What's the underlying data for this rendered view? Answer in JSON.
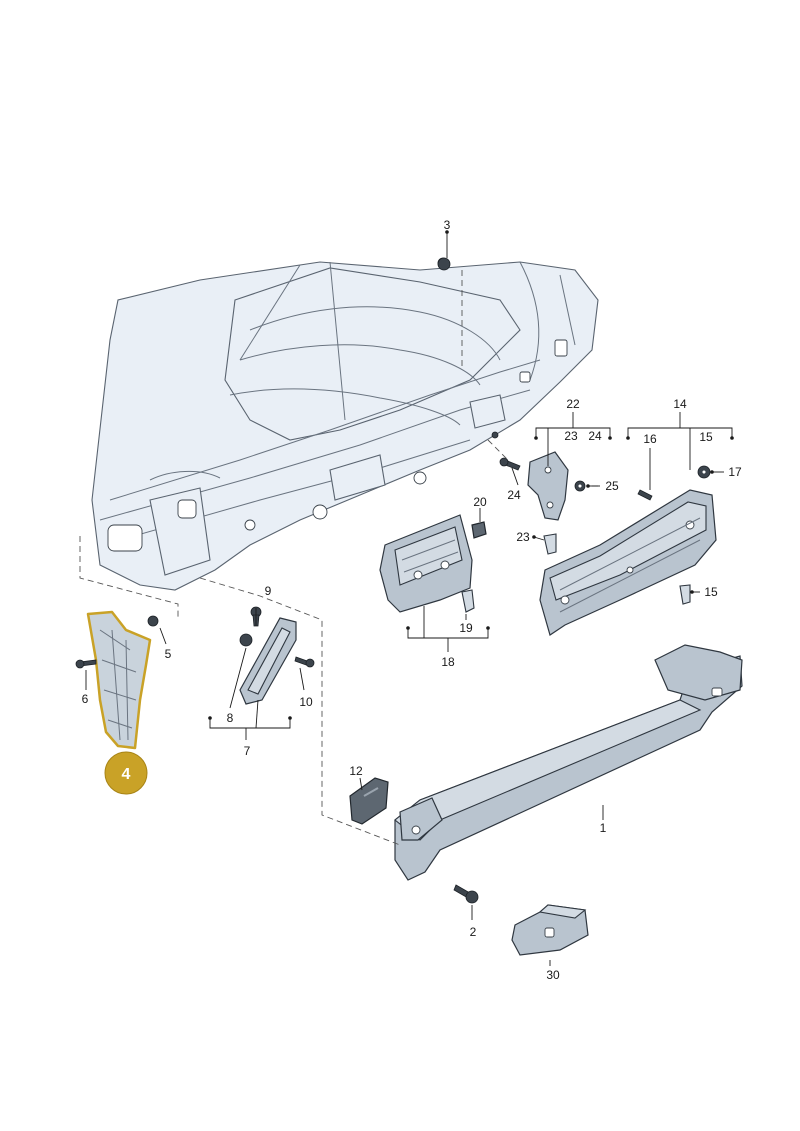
{
  "diagram": {
    "highlight_color": "#c9a227",
    "highlight_part": "4",
    "labels": {
      "p1": "1",
      "p2": "2",
      "p3": "3",
      "p4": "4",
      "p5": "5",
      "p6": "6",
      "p7": "7",
      "p8": "8",
      "p9": "9",
      "p10": "10",
      "p12": "12",
      "p14": "14",
      "p15a": "15",
      "p15b": "15",
      "p16": "16",
      "p17": "17",
      "p18": "18",
      "p19": "19",
      "p20": "20",
      "p22": "22",
      "p23a": "23",
      "p23b": "23",
      "p24a": "24",
      "p24b": "24",
      "p25": "25",
      "p30": "30"
    }
  }
}
